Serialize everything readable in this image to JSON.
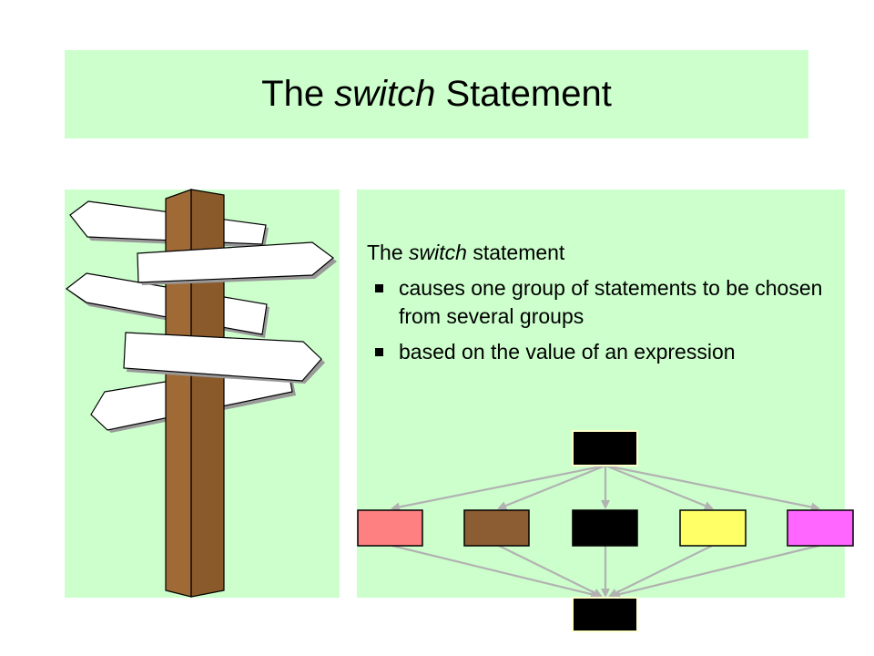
{
  "slide": {
    "title": {
      "prefix": "The",
      "keyword": "switch",
      "suffix": "Statement"
    },
    "intro": {
      "prefix": "The",
      "keyword": "switch",
      "suffix": "statement"
    },
    "bullets": [
      {
        "text": "causes one group of statements to be chosen from several groups"
      },
      {
        "text": "based on the value of an expression"
      }
    ]
  },
  "colors": {
    "panel_background": "#ccffcc",
    "post": "#996633",
    "sign": "#ffffff",
    "arrow": "#b2b2b2",
    "case_boxes": [
      "#ff8080",
      "#8c5c33",
      "#000000",
      "#ffff66",
      "#ff66ff"
    ],
    "decision_box": "#000000",
    "merge_box": "#000000"
  },
  "icons": {
    "illustration": "signpost-icon"
  },
  "flowchart": {
    "decision_boxes": 1,
    "case_boxes": 5,
    "merge_boxes": 1
  }
}
